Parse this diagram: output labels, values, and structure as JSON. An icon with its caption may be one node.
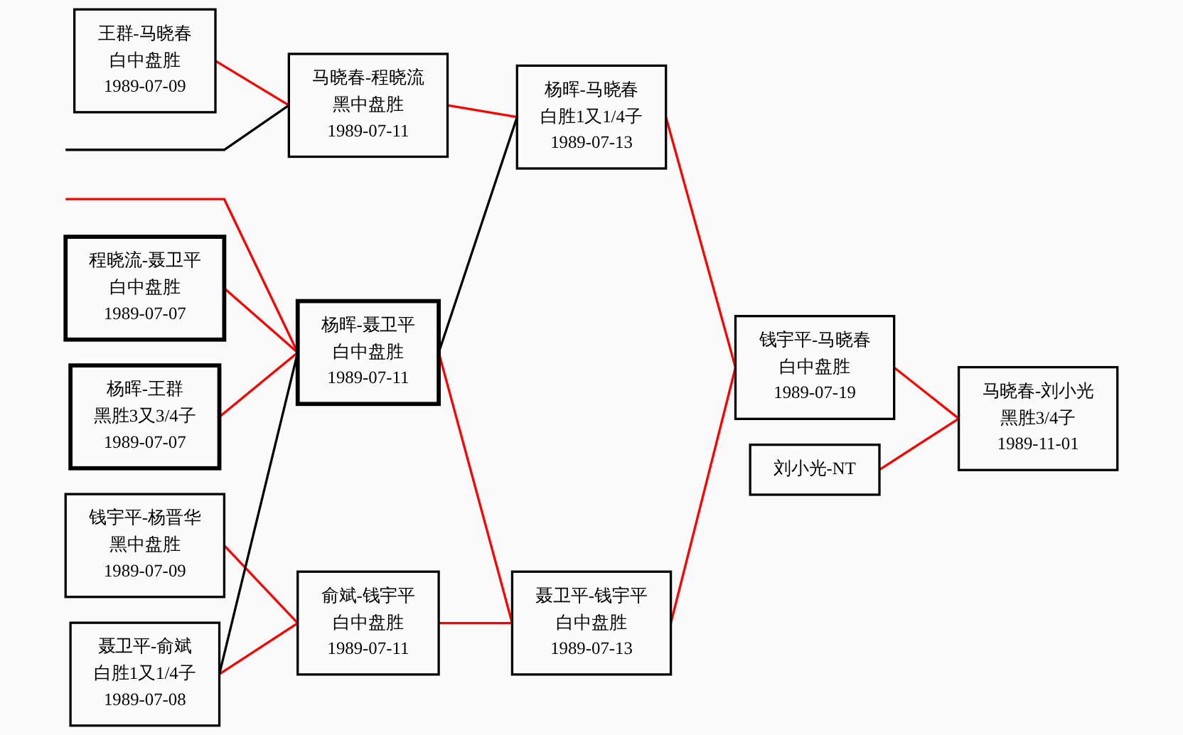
{
  "diagram": {
    "nodes": [
      {
        "text": [
          "王群-马晓春",
          "白中盘胜",
          "1989-07-09"
        ]
      },
      {
        "text": [
          "程晓流-聂卫平",
          "白中盘胜",
          "1989-07-07"
        ]
      },
      {
        "text": [
          "杨晖-王群",
          "黑胜3又3/4子",
          "1989-07-07"
        ]
      },
      {
        "text": [
          "钱宇平-杨晋华",
          "黑中盘胜",
          "1989-07-09"
        ]
      },
      {
        "text": [
          "聂卫平-俞斌",
          "白胜1又1/4子",
          "1989-07-08"
        ]
      },
      {
        "text": [
          "马晓春-程晓流",
          "黑中盘胜",
          "1989-07-11"
        ]
      },
      {
        "text": [
          "杨晖-聂卫平",
          "白中盘胜",
          "1989-07-11"
        ]
      },
      {
        "text": [
          "俞斌-钱宇平",
          "白中盘胜",
          "1989-07-11"
        ]
      },
      {
        "text": [
          "杨晖-马晓春",
          "白胜1又1/4子",
          "1989-07-13"
        ]
      },
      {
        "text": [
          "聂卫平-钱宇平",
          "白中盘胜",
          "1989-07-13"
        ]
      },
      {
        "text": [
          "钱宇平-马晓春",
          "白中盘胜",
          "1989-07-19"
        ]
      },
      {
        "text": [
          "刘小光-NT"
        ]
      },
      {
        "text": [
          "马晓春-刘小光",
          "黑胜3/4子",
          "1989-11-01"
        ]
      }
    ],
    "edges": [
      {
        "from": 0,
        "to": 5,
        "arrow": "none"
      },
      {
        "from": null,
        "to": 5,
        "arrow": "none",
        "color": "#000000"
      },
      {
        "from": null,
        "to": 6,
        "arrow": "none"
      },
      {
        "from": 1,
        "to": 6,
        "arrow": "none"
      },
      {
        "from": 2,
        "to": 6,
        "arrow": "none"
      },
      {
        "from": 3,
        "to": 7,
        "arrow": "none"
      },
      {
        "from": 4,
        "to": 7,
        "arrow": "none"
      },
      {
        "from": 4,
        "to": 6,
        "arrow": "none",
        "color": "#000000"
      },
      {
        "from": 5,
        "to": 8,
        "arrow": "none"
      },
      {
        "from": 6,
        "to": 8,
        "arrow": "none",
        "color": "#000000"
      },
      {
        "from": 6,
        "to": 9,
        "arrow": "none"
      },
      {
        "from": 7,
        "to": 9,
        "arrow": "none"
      },
      {
        "from": 8,
        "to": 10,
        "arrow": "none"
      },
      {
        "from": 9,
        "to": 10,
        "arrow": "none"
      },
      {
        "from": 10,
        "to": 12,
        "arrow": "none"
      },
      {
        "from": 11,
        "to": 12,
        "arrow": "none"
      }
    ]
  }
}
